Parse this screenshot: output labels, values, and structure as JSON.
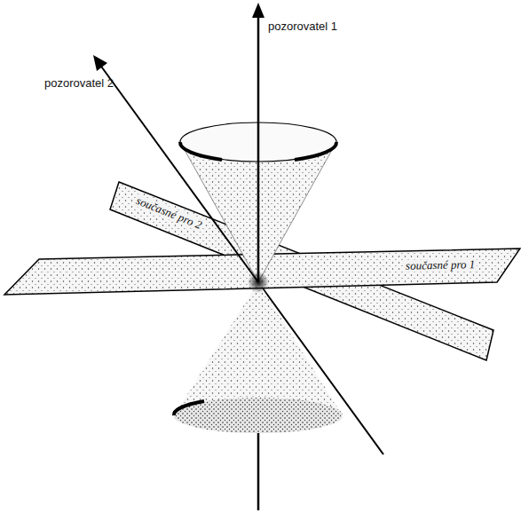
{
  "diagram": {
    "labels": [
      "pozorovatel 1",
      "pozorovatel 2",
      "současné pro 2",
      "současné pro 1"
    ]
  }
}
